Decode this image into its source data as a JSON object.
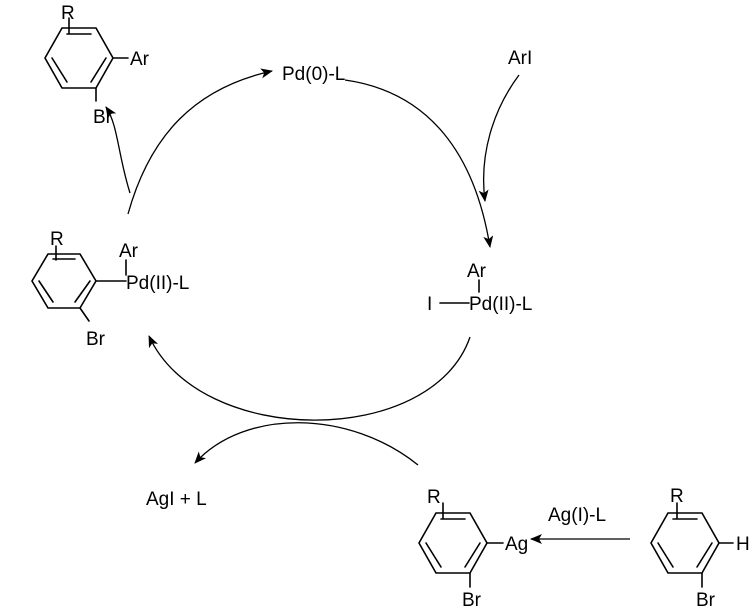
{
  "diagram": {
    "type": "catalytic-cycle",
    "nodes": {
      "pd0": {
        "text": "Pd(0)-L"
      },
      "ari": {
        "text": "ArI"
      },
      "aryl_pd_i": {
        "ar": "Ar",
        "iodide": "I",
        "pd": "Pd(II)-L"
      },
      "aryl_pd_aryl": {
        "r": "R",
        "ar": "Ar",
        "pd": "Pd(II)-L",
        "br": "Br"
      },
      "product": {
        "r": "R",
        "ar": "Ar",
        "br": "Br"
      },
      "agi": {
        "text": "AgI + L"
      },
      "aryl_ag": {
        "r": "R",
        "ag": "Ag",
        "br": "Br"
      },
      "substrate": {
        "r": "R",
        "h": "H",
        "br": "Br"
      },
      "ag_reagent": {
        "text": "Ag(I)-L"
      }
    }
  }
}
